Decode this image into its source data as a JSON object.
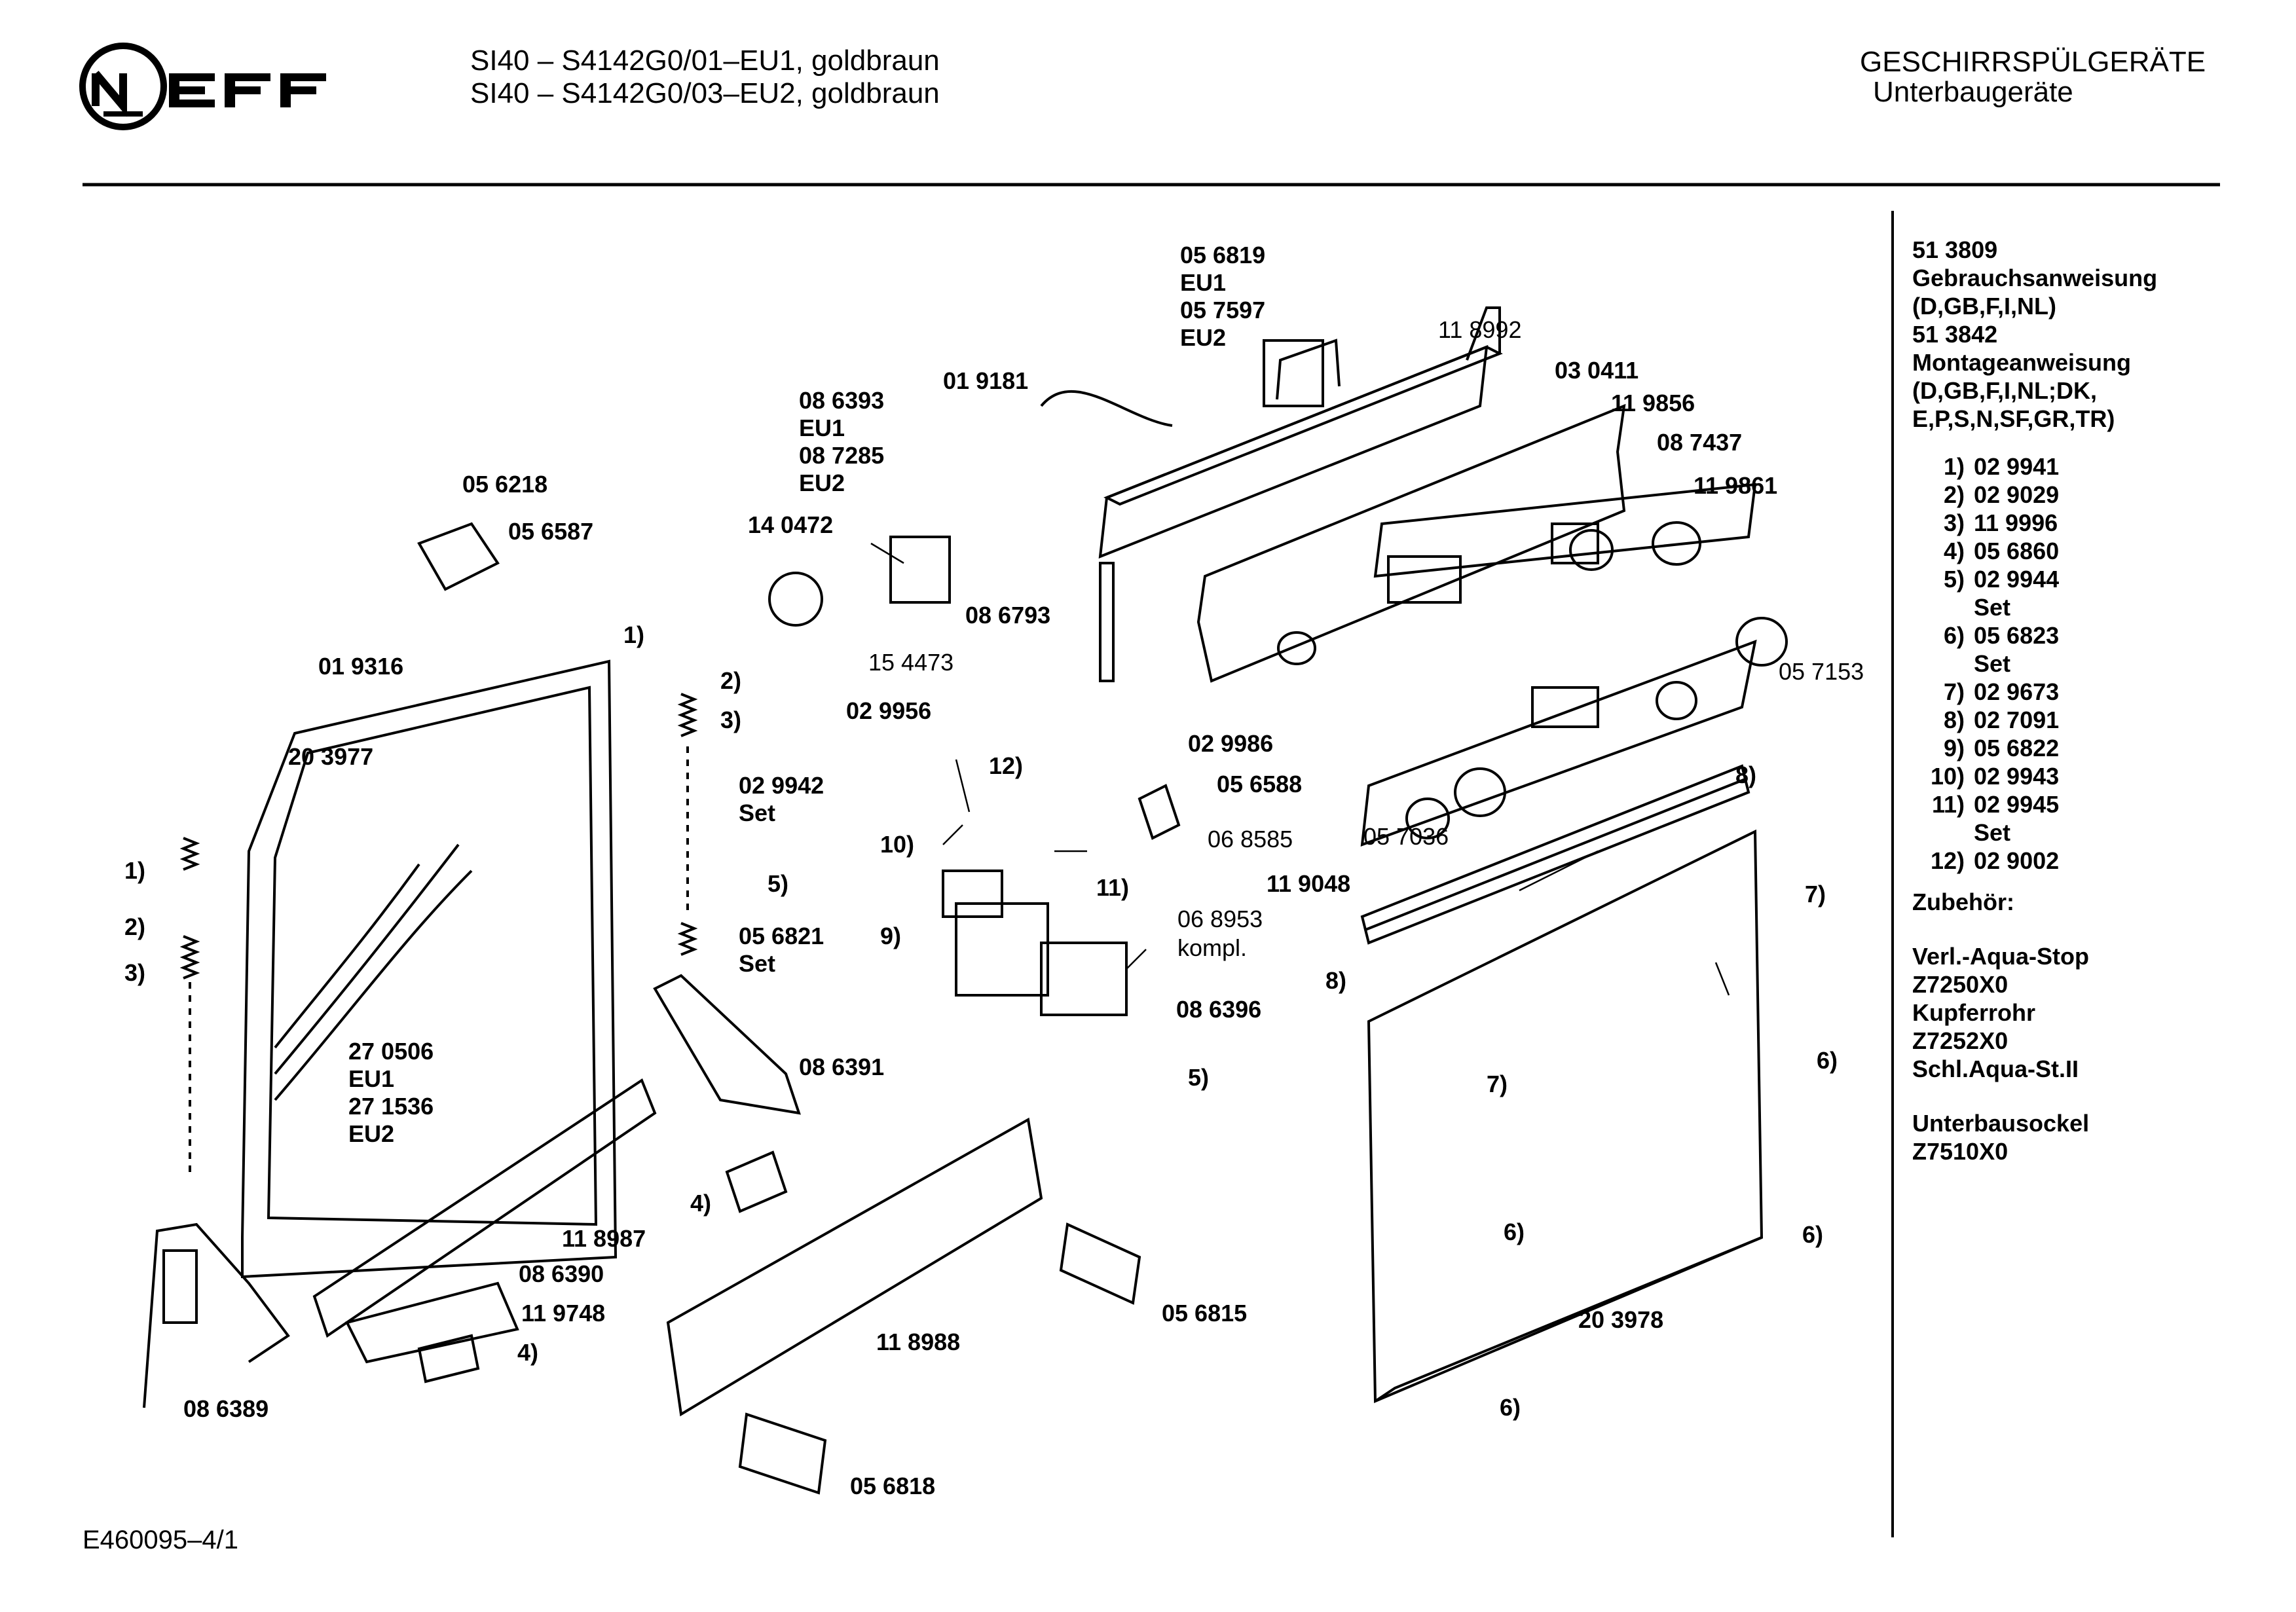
{
  "header": {
    "model_line_1": "SI40 – S4142G0/01–EU1, goldbraun",
    "model_line_2": "SI40 – S4142G0/03–EU2, goldbraun",
    "category": "GESCHIRRSPÜLGERÄTE",
    "subcategory": "Unterbaugeräte",
    "brand": "NEFF"
  },
  "footer": {
    "code": "E460095–4/1"
  },
  "side_panel": {
    "docs": [
      {
        "number": "51 3809",
        "title": "Gebrauchsanweisung",
        "langs": "(D,GB,F,I,NL)"
      },
      {
        "number": "51 3842",
        "title": "Montageanweisung",
        "langs": "(D,GB,F,I,NL;DK,",
        "langs2": "E,P,S,N,SF,GR,TR)"
      }
    ],
    "items": [
      {
        "key": "1)",
        "value": "02 9941"
      },
      {
        "key": "2)",
        "value": "02 9029"
      },
      {
        "key": "3)",
        "value": "11 9996"
      },
      {
        "key": "4)",
        "value": "05 6860"
      },
      {
        "key": "5)",
        "value": "02 9944",
        "note": "Set"
      },
      {
        "key": "6)",
        "value": "05 6823",
        "note": "Set"
      },
      {
        "key": "7)",
        "value": "02 9673"
      },
      {
        "key": "8)",
        "value": "02 7091"
      },
      {
        "key": "9)",
        "value": "05 6822"
      },
      {
        "key": "10)",
        "value": "02 9943"
      },
      {
        "key": "11)",
        "value": "02 9945",
        "note": "Set"
      },
      {
        "key": "12)",
        "value": "02 9002"
      }
    ],
    "accessories_title": "Zubehör:",
    "accessories": [
      "Verl.-Aqua-Stop",
      "Z7250X0",
      "Kupferrohr",
      "Z7252X0",
      "Schl.Aqua-St.II"
    ],
    "base_title": "Unterbausockel",
    "base_code": "Z7510X0"
  },
  "labels": {
    "l056819": "05 6819",
    "leu1a": "EU1",
    "l057597": "05 7597",
    "leu2a": "EU2",
    "l118992": "11 8992",
    "l030411": "03 0411",
    "l119856": "11 9856",
    "l087437": "08 7437",
    "l119861": "11 9861",
    "l019181": "01 9181",
    "l086393": "08 6393",
    "leu1b": "EU1",
    "l087285": "08 7285",
    "leu2b": "EU2",
    "l056218": "05 6218",
    "l056587": "05 6587",
    "l140472": "14 0472",
    "l086793": "08 6793",
    "l154473": "15 4473",
    "l057153": "05 7153",
    "l019316": "01 9316",
    "l203977": "20 3977",
    "l029956": "02 9956",
    "l029986": "02 9986",
    "l029942": "02 9942",
    "lset1": "Set",
    "l056588": "05 6588",
    "l068585": "06 8585",
    "l057036": "05 7036",
    "l119048": "11 9048",
    "l056821": "05 6821",
    "lset2": "Set",
    "l068953": "06 8953",
    "lkompl": "kompl.",
    "l086396": "08 6396",
    "l270506": "27 0506",
    "leu1c": "EU1",
    "l271536": "27 1536",
    "leu2c": "EU2",
    "l086391": "08 6391",
    "l118987": "11 8987",
    "l086390": "08 6390",
    "l119748": "11 9748",
    "l118988": "11 8988",
    "l056815": "05 6815",
    "l203978": "20 3978",
    "l086389": "08 6389",
    "l056818": "05 6818",
    "k1a": "1)",
    "k1b": "1)",
    "k2a": "2)",
    "k2b": "2)",
    "k3a": "3)",
    "k3b": "3)",
    "k4a": "4)",
    "k4b": "4)",
    "k5a": "5)",
    "k5b": "5)",
    "k6a": "6)",
    "k6b": "6)",
    "k6c": "6)",
    "k6d": "6)",
    "k7a": "7)",
    "k7b": "7)",
    "k8a": "8)",
    "k8b": "8)",
    "k9": "9)",
    "k10": "10)",
    "k11": "11)",
    "k12": "12)"
  }
}
